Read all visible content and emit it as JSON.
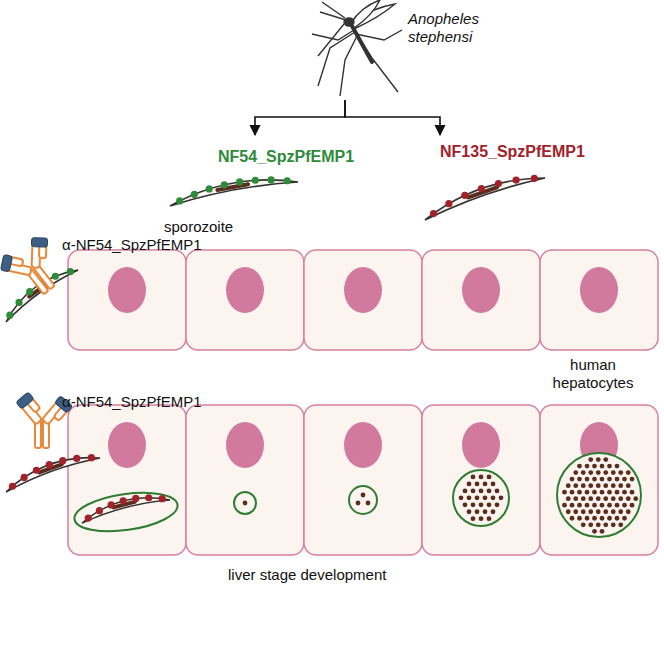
{
  "diagram": {
    "nodes": [
      {
        "text": [
          "Anopheles stephensi"
        ]
      },
      {
        "text": [
          "NF54_SpzPfEMP1",
          "sporozoite"
        ]
      },
      {
        "text": [
          "NF135_SpzPfEMP1"
        ]
      }
    ],
    "edges": [
      {
        "from": 0,
        "to": 1,
        "arrow": "to"
      },
      {
        "from": 0,
        "to": 2,
        "arrow": "to"
      }
    ],
    "labels": [
      "α-NF54_SpzPfEMP1",
      "α-NF54_SpzPfEMP1",
      "human hepatocytes",
      "liver stage development"
    ]
  }
}
